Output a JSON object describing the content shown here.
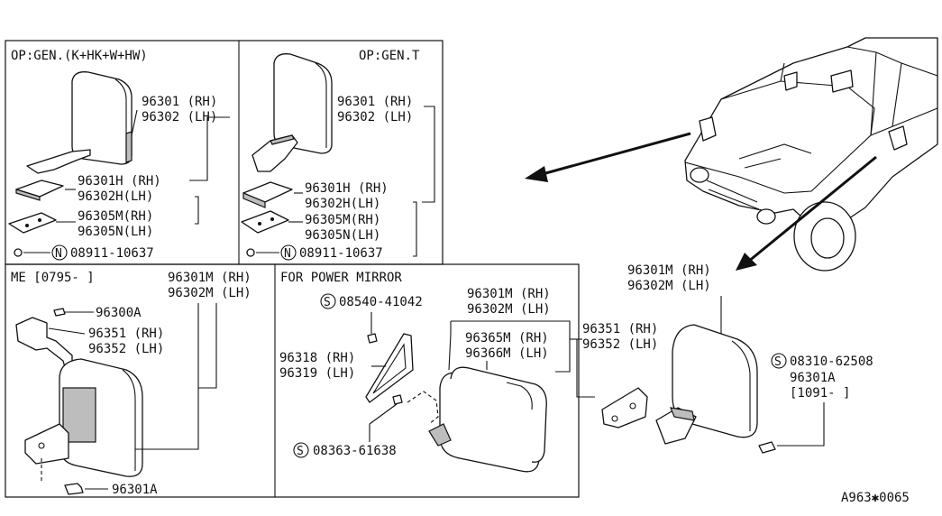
{
  "panels": {
    "gen_khw": {
      "title": "OP:GEN.(K+HK+W+HW)",
      "mirror": [
        "96301 (RH)",
        "96302 (LH)"
      ],
      "base": [
        "96301H (RH)",
        "96302H(LH)"
      ],
      "gasket": [
        "96305M(RH)",
        "96305N(LH)"
      ],
      "nut_prefix": "N",
      "nut": "08911-10637"
    },
    "gen_t": {
      "title": "OP:GEN.T",
      "mirror": [
        "96301 (RH)",
        "96302 (LH)"
      ],
      "base": [
        "96301H (RH)",
        "96302H(LH)"
      ],
      "gasket": [
        "96305M(RH)",
        "96305N(LH)"
      ],
      "nut_prefix": "N",
      "nut": "08911-10637"
    },
    "me": {
      "title": "ME [0795-    ]",
      "mirror": [
        "96301M (RH)",
        "96302M (LH)"
      ],
      "bracket": "96300A",
      "cover": [
        "96351  (RH)",
        "96352  (LH)"
      ],
      "bolt": "96301A"
    },
    "power": {
      "title": "FOR POWER MIRROR",
      "screw_prefix": "S",
      "screw_top": "08540-41042",
      "mirror": [
        "96301M (RH)",
        "96302M (LH)"
      ],
      "glass": [
        "96365M (RH)",
        "96366M (LH)"
      ],
      "cover": [
        "96318 (RH)",
        "96319 (LH)"
      ],
      "screw_bottom": "08363-61638"
    },
    "right": {
      "mirror": [
        "96301M (RH)",
        "96302M (LH)"
      ],
      "cover": [
        "96351 (RH)",
        "96352 (LH)"
      ],
      "screw_prefix": "S",
      "screw": "08310-62508",
      "bolt": "96301A",
      "date": "[1091-   ]"
    }
  },
  "figure_id": "A963✱0065"
}
